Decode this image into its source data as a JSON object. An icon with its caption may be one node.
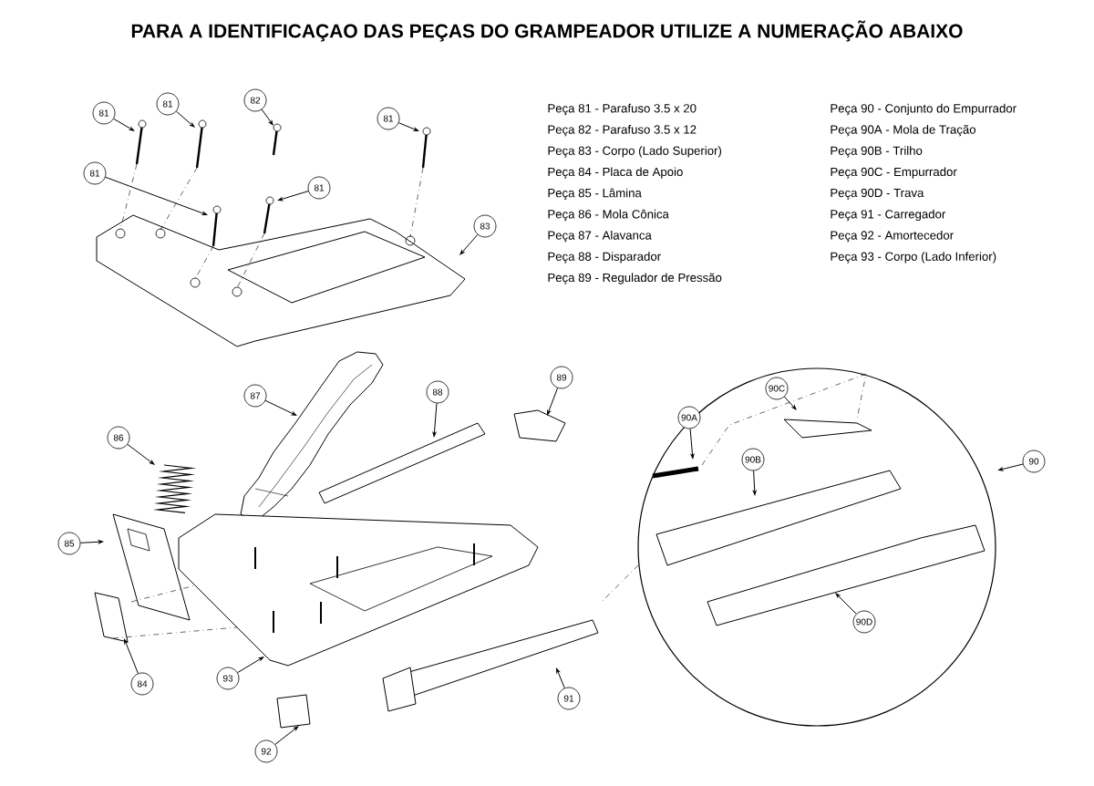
{
  "diagram": {
    "title": "PARA  A IDENTIFICAÇAO DAS PEÇAS DO GRAMPEADOR UTILIZE A NUMERAÇÃO ABAIXO",
    "nodes": [
      {
        "text": [
          "81"
        ]
      },
      {
        "text": [
          "81"
        ]
      },
      {
        "text": [
          "82"
        ]
      },
      {
        "text": [
          "81"
        ]
      },
      {
        "text": [
          "81"
        ]
      },
      {
        "text": [
          "81"
        ]
      },
      {
        "text": [
          "83"
        ]
      },
      {
        "text": [
          "87"
        ]
      },
      {
        "text": [
          "88"
        ]
      },
      {
        "text": [
          "89"
        ]
      },
      {
        "text": [
          "86"
        ]
      },
      {
        "text": [
          "85"
        ]
      },
      {
        "text": [
          "84"
        ]
      },
      {
        "text": [
          "93"
        ]
      },
      {
        "text": [
          "91"
        ]
      },
      {
        "text": [
          "92"
        ]
      },
      {
        "text": [
          "90C"
        ]
      },
      {
        "text": [
          "90A"
        ]
      },
      {
        "text": [
          "90B"
        ]
      },
      {
        "text": [
          "90"
        ]
      },
      {
        "text": [
          "90D"
        ]
      }
    ],
    "edges": [
      {
        "from": 0,
        "to": null,
        "arrow": "to"
      },
      {
        "from": 1,
        "to": null,
        "arrow": "to"
      },
      {
        "from": 2,
        "to": null,
        "arrow": "to"
      },
      {
        "from": 3,
        "to": null,
        "arrow": "to"
      },
      {
        "from": 4,
        "to": null,
        "arrow": "to"
      },
      {
        "from": 5,
        "to": null,
        "arrow": "to"
      },
      {
        "from": 6,
        "to": null,
        "arrow": "to"
      },
      {
        "from": 7,
        "to": null,
        "arrow": "to"
      },
      {
        "from": 8,
        "to": null,
        "arrow": "to"
      },
      {
        "from": 9,
        "to": null,
        "arrow": "to"
      },
      {
        "from": 10,
        "to": null,
        "arrow": "to"
      },
      {
        "from": 11,
        "to": null,
        "arrow": "to"
      },
      {
        "from": 12,
        "to": null,
        "arrow": "to"
      },
      {
        "from": 13,
        "to": null,
        "arrow": "to"
      },
      {
        "from": 14,
        "to": null,
        "arrow": "to"
      },
      {
        "from": 15,
        "to": null,
        "arrow": "to"
      },
      {
        "from": 16,
        "to": null,
        "arrow": "to"
      },
      {
        "from": 17,
        "to": null,
        "arrow": "to"
      },
      {
        "from": 18,
        "to": null,
        "arrow": "to"
      },
      {
        "from": 19,
        "to": null,
        "arrow": "to"
      },
      {
        "from": 20,
        "to": null,
        "arrow": "to"
      }
    ],
    "labels": [
      "Peça 81 - Parafuso 3.5 x 20",
      "Peça 82 - Parafuso 3.5 x 12",
      "Peça 83 - Corpo (Lado Superior)",
      "Peça 84 - Placa de Apoio",
      "Peça 85 - Lâmina",
      "Peça 86 - Mola Cônica",
      "Peça 87 - Alavanca",
      "Peça 88 - Disparador",
      "Peça 89 - Regulador de Pressão",
      "Peça 90 - Conjunto do Empurrador",
      "Peça 90A - Mola de Tração",
      "Peça 90B - Trilho",
      "Peça 90C - Empurrador",
      "Peça 90D - Trava",
      "Peça 91 - Carregador",
      "Peça 92 - Amortecedor",
      "Peça 93 - Corpo (Lado Inferior)"
    ]
  }
}
